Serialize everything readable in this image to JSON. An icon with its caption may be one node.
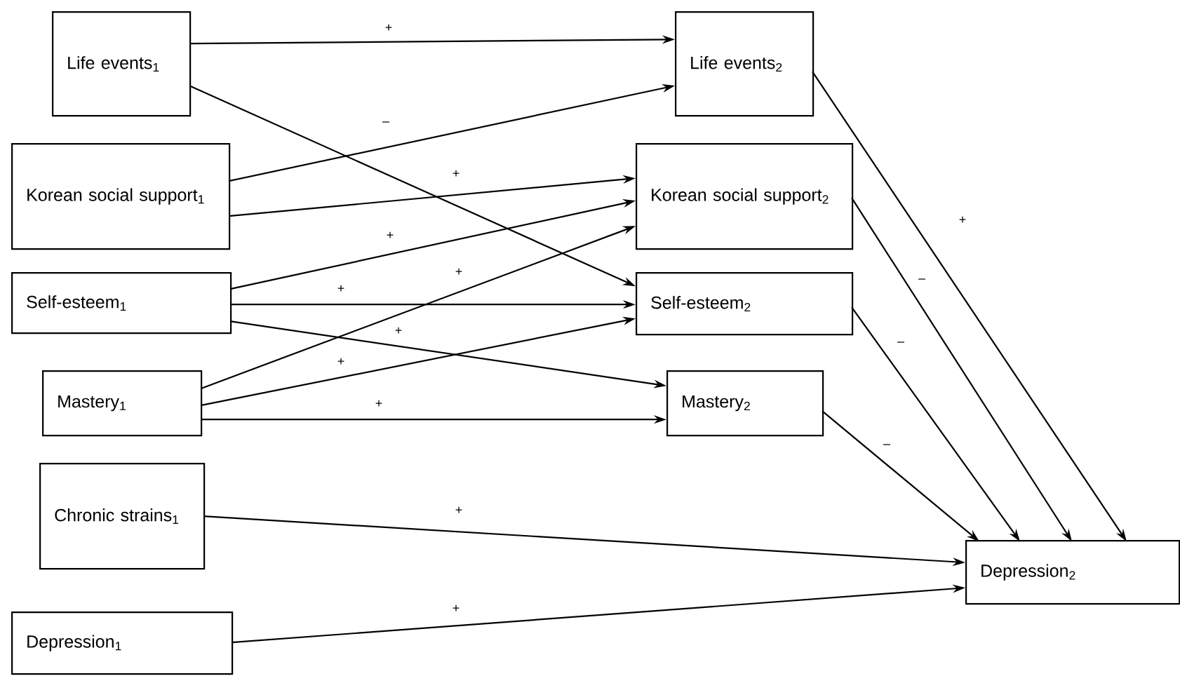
{
  "diagram": {
    "nodes": [
      {
        "text": [
          "Life events$_{1}$"
        ]
      },
      {
        "text": [
          "Korean social support$_{1}$"
        ]
      },
      {
        "text": [
          "Self-esteem$_{1}$"
        ]
      },
      {
        "text": [
          "Mastery$_{1}$"
        ]
      },
      {
        "text": [
          "Chronic strains$_{1}$"
        ]
      },
      {
        "text": [
          "Depression$_{1}$"
        ]
      },
      {
        "text": [
          "Life events$_{2}$"
        ]
      },
      {
        "text": [
          "Korean social support$_{2}$"
        ]
      },
      {
        "text": [
          "Self-esteem$_{2}$"
        ]
      },
      {
        "text": [
          "Mastery$_{2}$"
        ]
      },
      {
        "text": [
          "Depression$_{2}$"
        ]
      }
    ],
    "edges": [
      {
        "from": 0,
        "to": 6,
        "arrow": "to",
        "label": "+"
      },
      {
        "from": 0,
        "to": 8,
        "arrow": "to",
        "label": "–"
      },
      {
        "from": 1,
        "to": 6,
        "arrow": "to"
      },
      {
        "from": 1,
        "to": 7,
        "arrow": "to",
        "label": "+"
      },
      {
        "from": 2,
        "to": 7,
        "arrow": "to",
        "label": "+"
      },
      {
        "from": 2,
        "to": 8,
        "arrow": "to",
        "label": "+"
      },
      {
        "from": 2,
        "to": 9,
        "arrow": "to",
        "label": "+"
      },
      {
        "from": 3,
        "to": 7,
        "arrow": "to",
        "label": "+"
      },
      {
        "from": 3,
        "to": 8,
        "arrow": "to",
        "label": "+"
      },
      {
        "from": 3,
        "to": 9,
        "arrow": "to",
        "label": "+"
      },
      {
        "from": 4,
        "to": 10,
        "arrow": "to",
        "label": "+"
      },
      {
        "from": 5,
        "to": 10,
        "arrow": "to",
        "label": "+"
      },
      {
        "from": 6,
        "to": 10,
        "arrow": "to",
        "label": "+"
      },
      {
        "from": 7,
        "to": 10,
        "arrow": "to",
        "label": "–"
      },
      {
        "from": 8,
        "to": 10,
        "arrow": "to",
        "label": "–"
      },
      {
        "from": 9,
        "to": 10,
        "arrow": "to",
        "label": "–"
      }
    ]
  }
}
